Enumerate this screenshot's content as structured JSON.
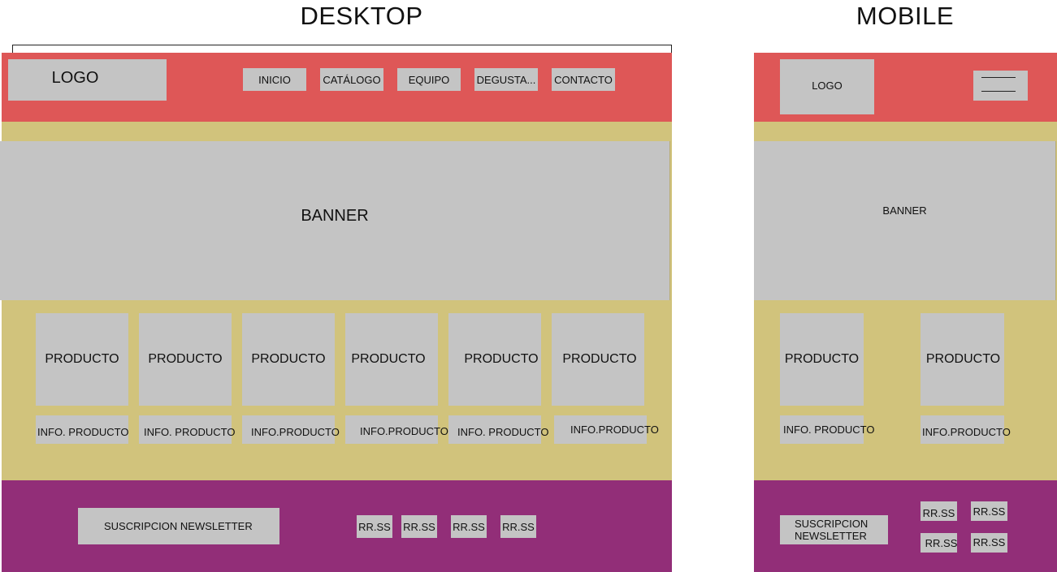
{
  "titles": {
    "desktop": "DESKTOP",
    "mobile": "MOBILE"
  },
  "desktop": {
    "logo": "LOGO",
    "nav": [
      "INICIO",
      "CATÁLOGO",
      "EQUIPO",
      "DEGUSTA...",
      "CONTACTO"
    ],
    "banner": "BANNER",
    "products": [
      "PRODUCTO",
      "PRODUCTO",
      "PRODUCTO",
      "PRODUCTO",
      "PRODUCTO",
      "PRODUCTO"
    ],
    "product_info": [
      "INFO. PRODUCTO",
      "INFO. PRODUCTO",
      "INFO.PRODUCTO",
      "INFO.PRODUCTO",
      "INFO. PRODUCTO",
      "INFO.PRODUCTO"
    ],
    "newsletter": "SUSCRIPCION NEWSLETTER",
    "social": [
      "RR.SS",
      "RR.SS",
      "RR.SS",
      "RR.SS"
    ]
  },
  "mobile": {
    "logo": "LOGO",
    "banner": "BANNER",
    "products": [
      "PRODUCTO",
      "PRODUCTO"
    ],
    "product_info": [
      "INFO. PRODUCTO",
      "INFO.PRODUCTO"
    ],
    "newsletter_line1": "SUSCRIPCION",
    "newsletter_line2": "NEWSLETTER",
    "social": [
      "RR.SS",
      "RR.SS",
      "RR.SS",
      "RR.SS"
    ]
  },
  "colors": {
    "header": "#de5757",
    "body": "#d1c37c",
    "footer": "#922e78",
    "placeholder": "#c4c4c4"
  }
}
